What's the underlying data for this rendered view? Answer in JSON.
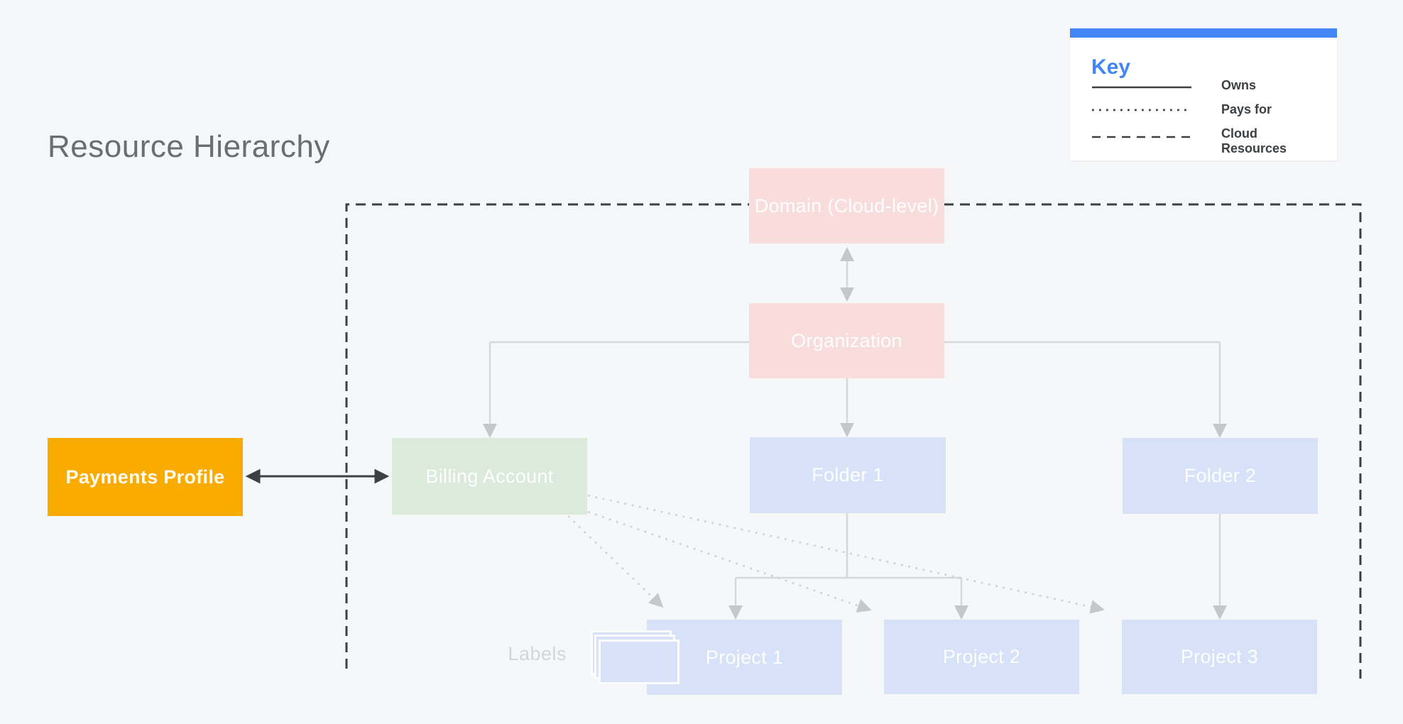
{
  "title": "Resource Hierarchy",
  "key": {
    "heading": "Key",
    "items": [
      {
        "line_style": "solid",
        "label": "Owns"
      },
      {
        "line_style": "dotted",
        "label": "Pays for"
      },
      {
        "line_style": "dashed",
        "label": "Cloud Resources"
      }
    ]
  },
  "nodes": {
    "domain": {
      "label": "Domain (Cloud-level)"
    },
    "organization": {
      "label": "Organization"
    },
    "billing_account": {
      "label": "Billing Account"
    },
    "folder1": {
      "label": "Folder 1"
    },
    "folder2": {
      "label": "Folder 2"
    },
    "payments_profile": {
      "label": "Payments Profile"
    },
    "project1": {
      "label": "Project 1"
    },
    "project2": {
      "label": "Project 2"
    },
    "project3": {
      "label": "Project 3"
    }
  },
  "annotations": {
    "labels_caption": "Labels"
  },
  "colors": {
    "background": "#f6f7f9",
    "accent-blue": "#4285f4",
    "amber": "#f9ab00",
    "pink": "#f8dddc",
    "green": "#dbeadb",
    "blue": "#d7e2f8",
    "dark": "#3c4043",
    "gray-line": "#d5d7da",
    "gray-arrow": "#c5c8cb",
    "title-gray": "#6a6d71",
    "faint-label": "#d3d6d9"
  }
}
